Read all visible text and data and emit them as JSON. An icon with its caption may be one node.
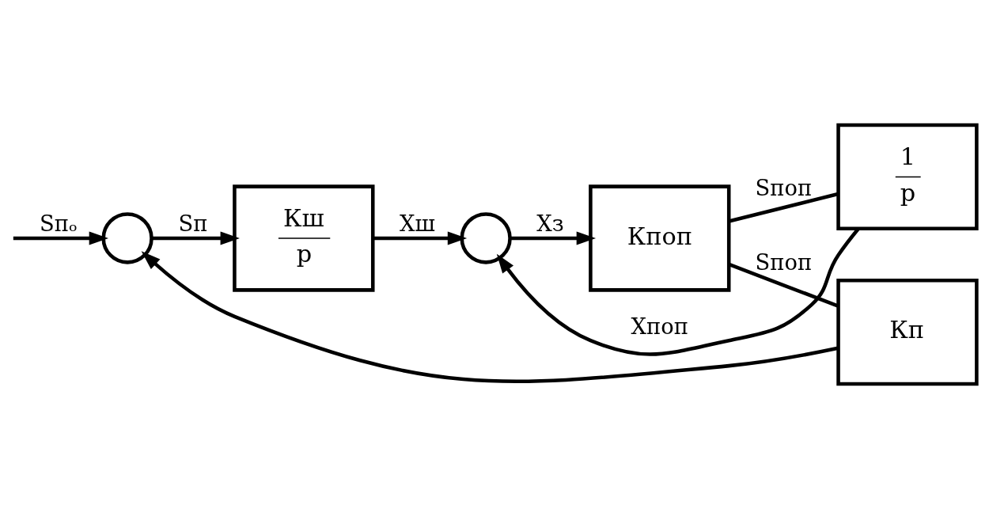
{
  "diagram": {
    "nodes": [
      {
        "text": [],
        "shape": "circle"
      },
      {
        "text": [
          "Кш",
          "p"
        ]
      },
      {
        "text": [],
        "shape": "circle"
      },
      {
        "text": [
          "Кпоп"
        ]
      },
      {
        "text": [
          "1",
          "p"
        ]
      },
      {
        "text": [
          "Кп"
        ]
      }
    ],
    "edges": [
      {
        "from": null,
        "to": 0,
        "arrow": "to",
        "label": "Sпₒ"
      },
      {
        "from": 0,
        "to": 1,
        "arrow": "to",
        "label": "Sп"
      },
      {
        "from": 1,
        "to": 2,
        "arrow": "to",
        "label": "Хш"
      },
      {
        "from": 2,
        "to": 3,
        "arrow": "to",
        "label": "Хз"
      },
      {
        "from": 3,
        "to": 4,
        "arrow": "none",
        "label": "Sпоп"
      },
      {
        "from": 3,
        "to": 5,
        "arrow": "none",
        "label": "Sпоп"
      },
      {
        "from": 4,
        "to": 2,
        "arrow": "to",
        "label": "Хпоп"
      },
      {
        "from": 5,
        "to": 0,
        "arrow": "to"
      }
    ]
  }
}
